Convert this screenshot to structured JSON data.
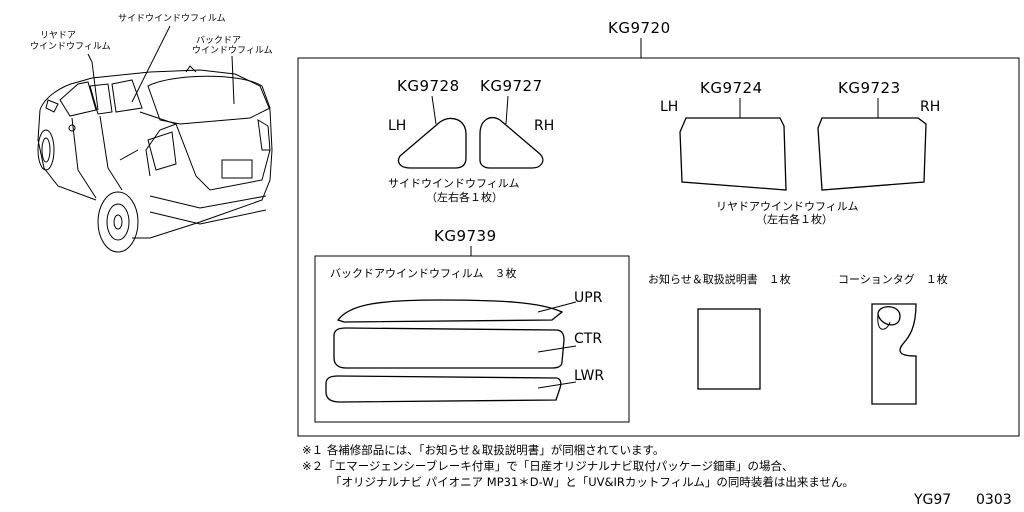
{
  "car_labels": {
    "side_window_film": "サイドウインドウフィルム",
    "rear_door_line1": "リヤドア",
    "rear_door_line2": "ウインドウフィルム",
    "back_door_line1": "バックドア",
    "back_door_line2": "ウインドウフィルム"
  },
  "kit": {
    "part_no": "KG9720",
    "side_film": {
      "lh_part": "KG9728",
      "rh_part": "KG9727",
      "lh": "LH",
      "rh": "RH",
      "label": "サイドウインドウフィルム",
      "qty": "（左右各１枚）"
    },
    "rear_door_film": {
      "lh_part": "KG9724",
      "rh_part": "KG9723",
      "lh": "LH",
      "rh": "RH",
      "label": "リヤドアウインドウフィルム",
      "qty": "（左右各１枚）"
    },
    "back_door_film": {
      "part_no": "KG9739",
      "label": "バックドアウインドウフィルム　３枚",
      "upr": "UPR",
      "ctr": "CTR",
      "lwr": "LWR"
    },
    "manual": "お知らせ＆取扱説明書　１枚",
    "caution_tag": "コーションタグ　１枚"
  },
  "notes": {
    "note1": "※１ 各補修部品には、「お知らせ＆取扱説明書」が同梱されています。",
    "note2": "※２「エマージェンシーブレーキ付車」で「日産オリジナルナビ取付パッケージ鈿車」の場合、",
    "note3": "「オリジナルナビ パイオニア MP31＊D-W」と「UV&IRカットフィルム」の同時装着は出来ません。"
  },
  "footer": {
    "code": "YG97",
    "date": "0303"
  }
}
